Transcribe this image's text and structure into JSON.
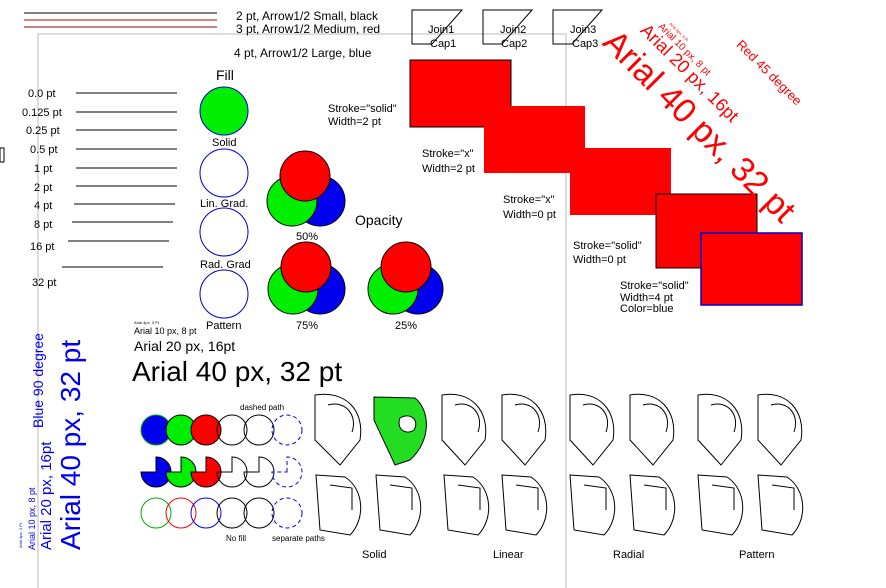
{
  "lines": {
    "black": "2 pt, Arrow1/2 Small, black",
    "red": "3 pt, Arrow1/2 Medium, red",
    "blue": "4 pt, Arrow1/2 Large, blue"
  },
  "joins": [
    {
      "join": "Join1",
      "cap": "Cap1"
    },
    {
      "join": "Join2",
      "cap": "Cap2"
    },
    {
      "join": "Join3",
      "cap": "Cap3"
    }
  ],
  "widths": [
    "0.0 pt",
    "0.125 pt",
    "0.25 pt",
    "0.5 pt",
    "1 pt",
    "2 pt",
    "4 pt",
    "8 pt",
    "16 pt",
    "32 pt"
  ],
  "fill": {
    "title": "Fill",
    "labels": [
      "Solid",
      "Lin. Grad.",
      "Rad. Grad",
      "Pattern"
    ]
  },
  "opacity": {
    "title": "Opacity",
    "labels": [
      "50%",
      "75%",
      "25%"
    ]
  },
  "strokes": [
    {
      "line1": "Stroke=\"solid\"",
      "line2": "Width=2 pt"
    },
    {
      "line1": "Stroke=\"x\"",
      "line2": "Width=2 pt"
    },
    {
      "line1": "Stroke=\"x\"",
      "line2": "Width=0 pt"
    },
    {
      "line1": "Stroke=\"solid\"",
      "line2": "Width=0 pt"
    },
    {
      "line1": "Stroke=\"solid\"",
      "line2": "Width=4 pt",
      "line3": "Color=blue"
    }
  ],
  "text_samples": {
    "tiny": "Arial 4px, 3 Pt",
    "small": "Arial 10 px, 8 pt",
    "medium": "Arial 20 px, 16pt",
    "large": "Arial 40 px, 32 pt",
    "blue_title": "Blue 90 degree",
    "red_title": "Red 45 degree"
  },
  "paths": {
    "dashed": "dashed path",
    "nofill": "No fill",
    "separate": "separate paths"
  },
  "fill_kinds": [
    "Solid",
    "Linear",
    "Radial",
    "Pattern"
  ],
  "colors": {
    "red": "#ff0000",
    "green": "#00ee00",
    "blue": "#0000ee",
    "black": "#000000"
  }
}
